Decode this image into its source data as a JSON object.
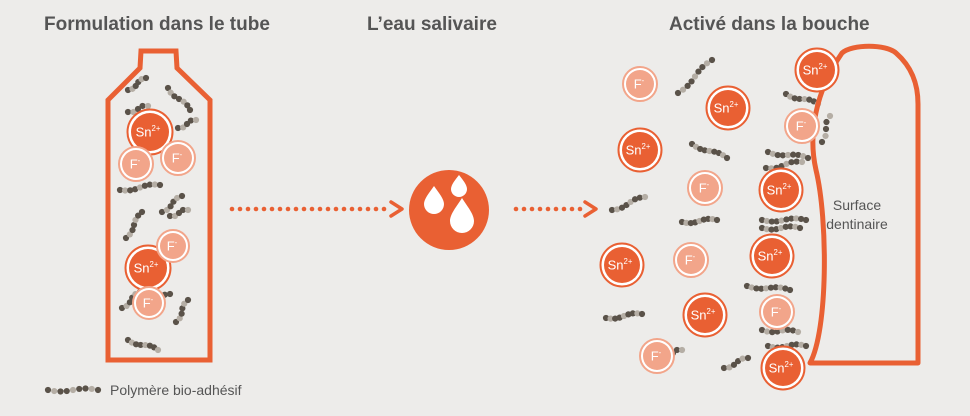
{
  "headings": {
    "tube": "Formulation dans le tube",
    "saliva": "L’eau salivaire",
    "mouth": "Activé dans la bouche"
  },
  "labels": {
    "tin": "Sn",
    "tin_charge": "2+",
    "fluoride": "F",
    "fluoride_charge": "-",
    "surface_line1": "Surface",
    "surface_line2": "dentinaire"
  },
  "legend": {
    "label": "Polymère bio-adhésif"
  },
  "colors": {
    "background": "#edecea",
    "accent": "#e96033",
    "fluoride_fill": "#f2a58a",
    "polymer_dark": "#5a5249",
    "polymer_light": "#b5aea5",
    "text": "#555555"
  },
  "icons": {
    "arrow": "dotted-arrow-icon",
    "droplets": "water-drops-icon"
  }
}
